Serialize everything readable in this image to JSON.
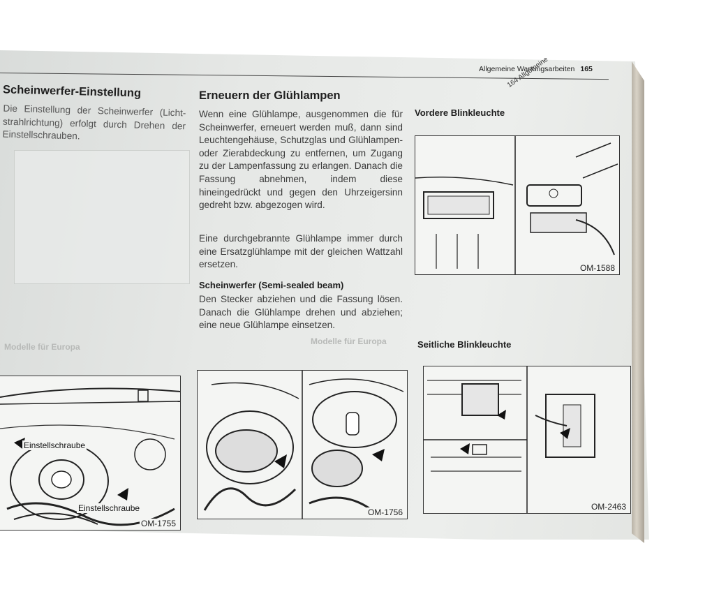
{
  "header": {
    "section": "Allgemeine Wartungsarbeiten",
    "page_number": "165",
    "prev_page_strip": "164 Allgemeine"
  },
  "left_column": {
    "title": "Scheinwerfer-Einstellung",
    "paragraph": "Die Einstellung der Scheinwerfer (Licht-strahlrichtung) erfolgt durch Drehen der Einstellschrauben.",
    "figure": {
      "callout_top": "Einstellschraube",
      "callout_bottom": "Einstellschraube",
      "code": "OM-1755"
    }
  },
  "middle_column": {
    "title": "Erneuern der Glühlampen",
    "paragraph_1": "Wenn eine Glühlampe, ausgenommen die für Scheinwerfer, erneuert werden muß, dann sind Leuchtengehäuse, Schutzglas und Glühlampen- oder Zierabdeckung zu entfernen, um Zugang zu der Lampenfassung zu erlangen. Danach die Fassung abnehmen, indem diese hineingedrückt und gegen den Uhrzeigersinn gedreht bzw. abgezogen wird.",
    "paragraph_2": "Eine durchgebrannte Glühlampe immer durch eine Ersatzglühlampe mit der gleichen Wattzahl ersetzen.",
    "subtitle": "Scheinwerfer (Semi-sealed beam)",
    "paragraph_3": "Den Stecker abziehen und die Fassung lösen. Danach die Glühlampe drehen und abziehen; eine neue Glühlampe einsetzen.",
    "figure": {
      "code": "OM-1756"
    }
  },
  "right_column": {
    "subtitle_top": "Vordere Blinkleuchte",
    "figure_top": {
      "code": "OM-1588"
    },
    "subtitle_bottom": "Seitliche Blinkleuchte",
    "figure_bottom": {
      "code": "OM-2463"
    }
  },
  "show_through": {
    "left": "Modelle für Europa",
    "middle": "Modelle für Europa"
  }
}
